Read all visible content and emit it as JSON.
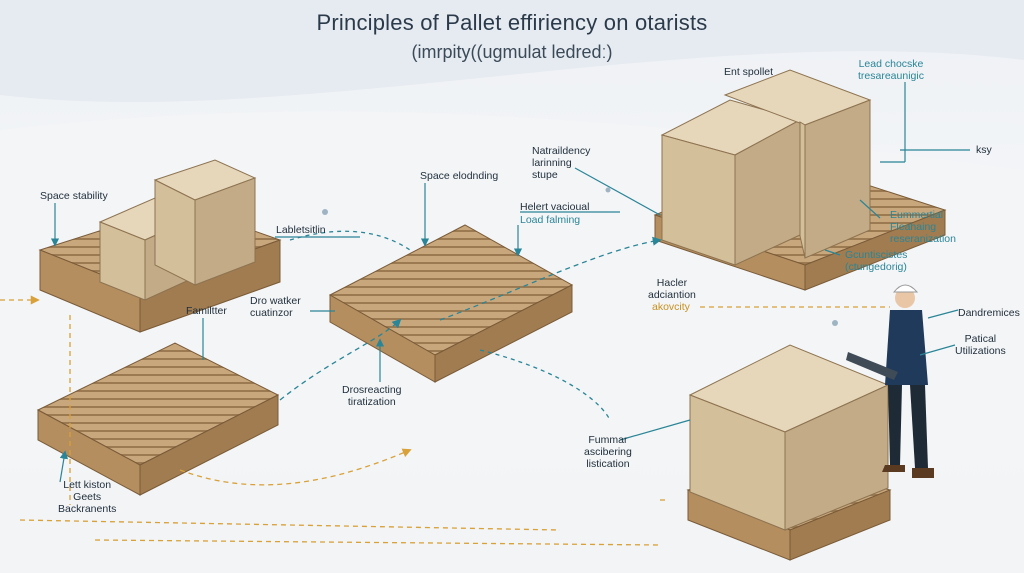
{
  "title": "Principles of Pallet effiriency on otarists",
  "subtitle": "(imrpity((ugmulat ledredː)",
  "colors": {
    "teal": "#2a8597",
    "gold": "#d9a13a",
    "wood": "#c9a77c",
    "box": "#d9c7a7",
    "ink": "#1f2e3b"
  },
  "labels": {
    "space_stability": "Space stability",
    "lablet": "Labletsitlin",
    "familtter": "Familtter",
    "dro_walker": "Dro watker\ncuatinzor",
    "space_elonding": "Space elodnding",
    "natraildency": "Natraildency\nlarinning\nstupe",
    "helert_vacioual": "Helert vacioual",
    "load_falming": "Load falming",
    "ent_spollet": "Ent spollet",
    "lead_chocske": "Lead chocske\ntresareaunigic",
    "ksy": "ksy",
    "eummertial": "Eummertial\nFleahaing\nreseranization",
    "gcuntiscistes": "Gcuntiscistes\n(ctungedorig)",
    "hacler": "Hacler\nadciantion",
    "akovcity": "akovcity",
    "dandremices": "Dandremices",
    "patical": "Patical\nUtilizations",
    "drosreacting": "Drosreacting\ntiratization",
    "fummar": "Fummar\nascibering\nlistication",
    "left_kiston": "Lett kiston\nGeets\nBackranents"
  }
}
